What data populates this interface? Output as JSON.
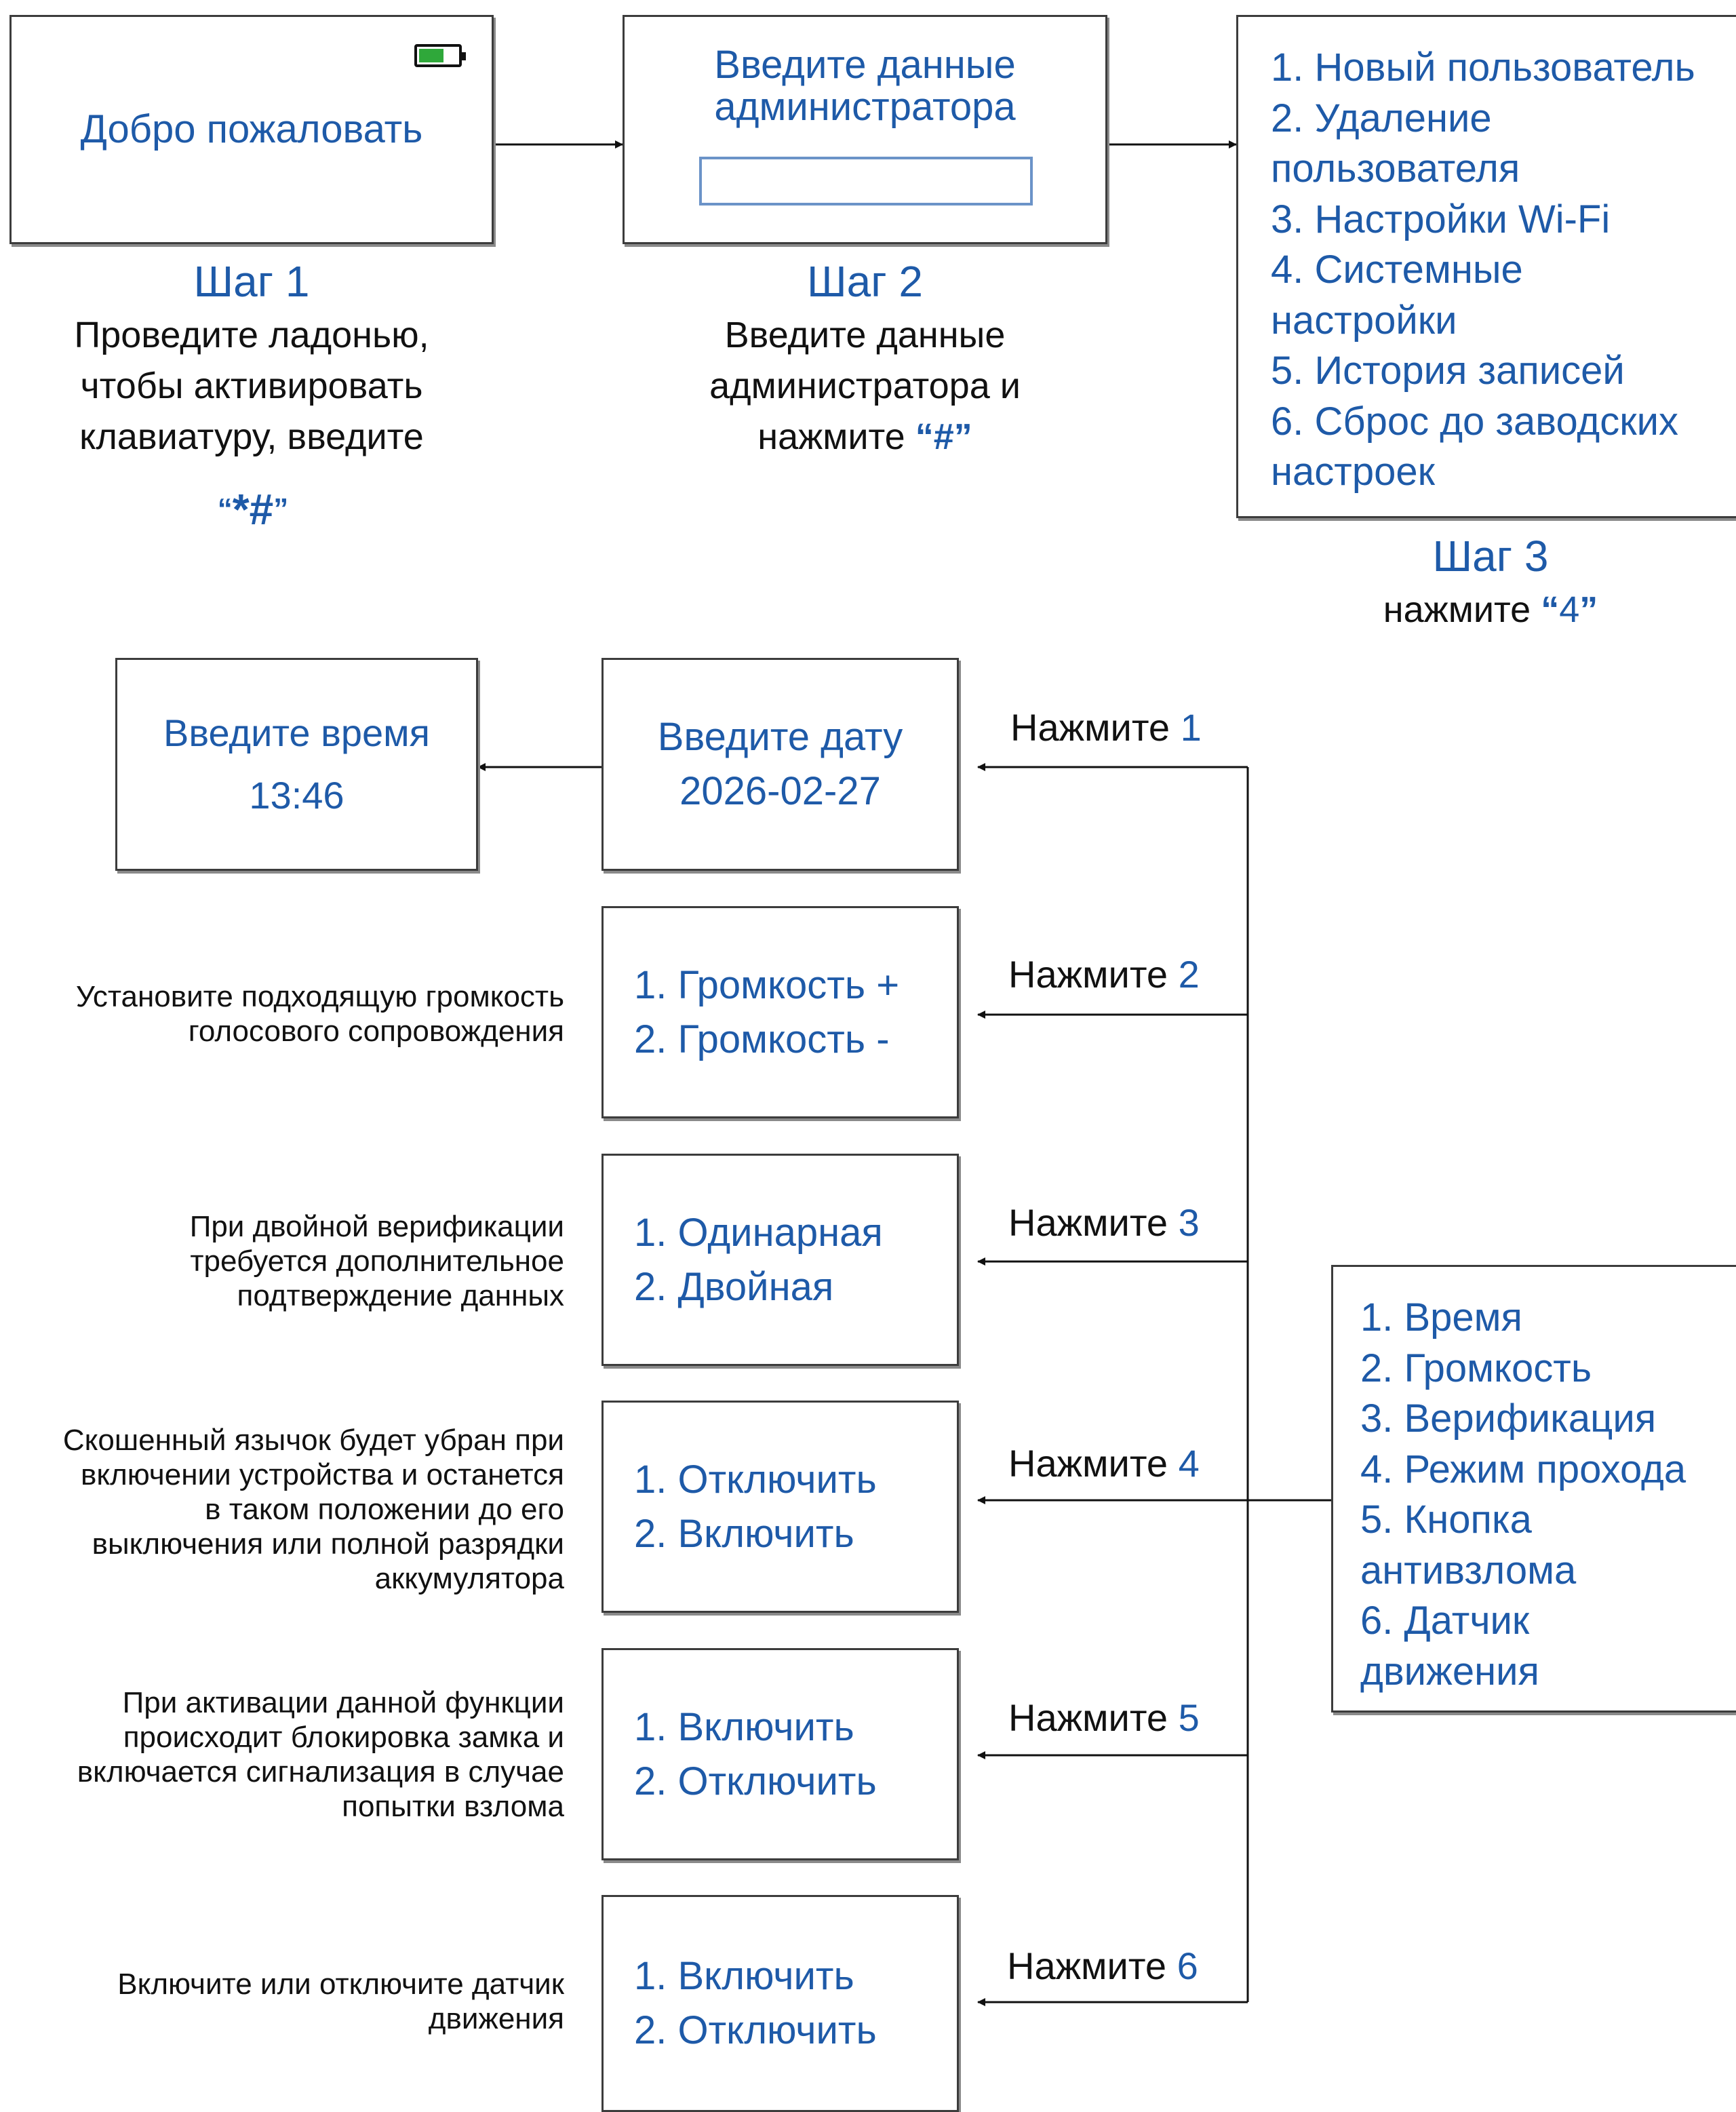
{
  "colors": {
    "accent": "#1e5aa8",
    "text": "#111111",
    "border": "#3c3c3c",
    "battery": "#2fa83a"
  },
  "step1": {
    "screen_text": "Добро пожаловать",
    "battery_icon": "battery-full-icon",
    "title": "Шаг 1",
    "desc_lines": [
      "Проведите ладонью,",
      "чтобы активировать",
      "клавиатуру, введите"
    ],
    "code": "*#"
  },
  "step2": {
    "screen_line1": "Введите данные",
    "screen_line2": "администратора",
    "title": "Шаг 2",
    "desc_line1": "Введите данные",
    "desc_line2": "администратора и",
    "desc_line3_prefix": "нажмите ",
    "desc_key": "#"
  },
  "step3": {
    "menu": [
      "1. Новый пользователь",
      "2. Удаление",
      "пользователя",
      "3. Настройки Wi-Fi",
      "4. Системные",
      "настройки",
      "5. История записей",
      "6. Сброс до заводских",
      "настроек"
    ],
    "title": "Шаг 3",
    "desc_prefix": "нажмите ",
    "desc_key": "4"
  },
  "system_menu": [
    "1. Время",
    "2. Громкость",
    "3. Верификация",
    "4. Режим прохода",
    "5. Кнопка",
    "антивзлома",
    "6. Датчик",
    "движения"
  ],
  "press_label": "Нажмите",
  "press_keys": [
    "1",
    "2",
    "3",
    "4",
    "5",
    "6"
  ],
  "date_screen": {
    "line1": "Введите дату",
    "line2": "2026-02-27"
  },
  "time_screen": {
    "line1": "Введите время",
    "line2": "13:46"
  },
  "volume": {
    "options": [
      "1. Громкость +",
      "2. Громкость -"
    ],
    "note": [
      "Установите подходящую громкость",
      "голосового сопровождения"
    ]
  },
  "verification": {
    "options": [
      "1. Одинарная",
      "2. Двойная"
    ],
    "note": [
      "При двойной верификации",
      "требуется дополнительное",
      "подтверждение данных"
    ]
  },
  "passage": {
    "options": [
      "1. Отключить",
      "2. Включить"
    ],
    "note": [
      "Скошенный язычок будет убран при",
      "включении устройства и останется",
      "в таком положении до его",
      "выключения или полной разрядки",
      "аккумулятора"
    ]
  },
  "antitamper": {
    "options": [
      "1. Включить",
      "2. Отключить"
    ],
    "note": [
      "При активации данной функции",
      "происходит блокировка замка и",
      "включается сигнализация в случае",
      "попытки взлома"
    ]
  },
  "motion": {
    "options": [
      "1. Включить",
      "2. Отключить"
    ],
    "note": [
      "Включите или отключите датчик",
      "движения"
    ]
  }
}
